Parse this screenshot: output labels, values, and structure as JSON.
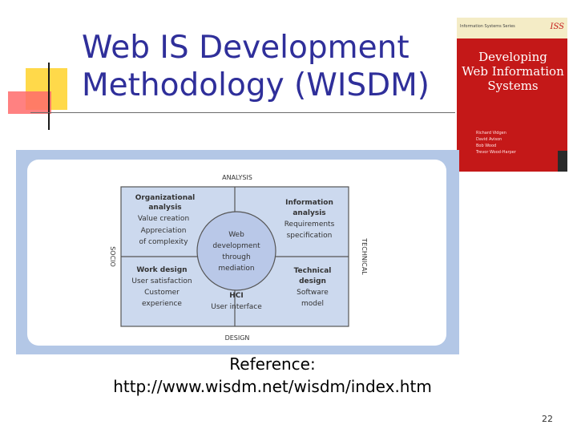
{
  "slide": {
    "title_line1": "Web IS Development",
    "title_line2": "Methodology (WISDM)",
    "reference_line1": "Reference:",
    "reference_line2": "http://www.wisdm.net/wisdm/index.htm",
    "page_number": "22"
  },
  "book": {
    "series": "Information Systems Series",
    "badge": "ISS",
    "title_line1": "Developing",
    "title_line2": "Web Information",
    "title_line3": "Systems",
    "authors": [
      "Richard Vidgen",
      "David Avison",
      "Bob Wood",
      "Trevor Wood-Harper"
    ]
  },
  "diagram": {
    "top_label": "ANALYSIS",
    "bottom_label": "DESIGN",
    "left_label": "SOCIO",
    "right_label": "TECHNICAL",
    "quadrants": {
      "top_left": {
        "title_1": "Organizational",
        "title_2": "analysis",
        "body_1": "Value creation",
        "body_2": "Appreciation",
        "body_3": "of complexity"
      },
      "top_right": {
        "title_1": "Information",
        "title_2": "analysis",
        "body_1": "Requirements",
        "body_2": "specification"
      },
      "bottom_left": {
        "title_1": "Work design",
        "body_1": "User satisfaction",
        "body_2": "Customer",
        "body_3": "experience"
      },
      "bottom_right": {
        "title_1": "Technical",
        "title_2": "design",
        "body_1": "Software",
        "body_2": "model"
      },
      "bottom_center": {
        "title_1": "HCI",
        "body_1": "User interface"
      }
    },
    "center": {
      "line_1": "Web",
      "line_2": "development",
      "line_3": "through",
      "line_4": "mediation"
    },
    "colors": {
      "panel": "#b3c7e6",
      "circle": "#b9c8e8",
      "box": "#ccd9ee"
    }
  }
}
